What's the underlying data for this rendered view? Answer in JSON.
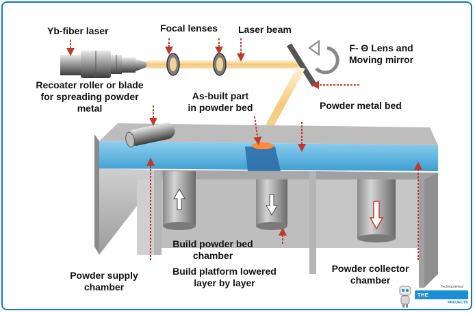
{
  "labels": {
    "yb_fiber_laser": "Yb-fiber laser",
    "focal_lenses": "Focal lenses",
    "laser_beam": "Laser beam",
    "f_theta_lens_line1": "F- Θ Lens and",
    "f_theta_lens_line2": "Moving mirror",
    "recoater_line1": "Recoater roller or blade",
    "recoater_line2": "for spreading powder",
    "recoater_line3": "metal",
    "as_built_line1": "As-built part",
    "as_built_line2": "in powder bed",
    "powder_metal_bed": "Powder metal bed",
    "build_bed_line1": "Build powder bed",
    "build_bed_line2": "chamber",
    "build_platform_line1": "Build platform lowered",
    "build_platform_line2": "layer by layer",
    "supply_line1": "Powder supply",
    "supply_line2": "chamber",
    "collector_line1": "Powder collector",
    "collector_line2": "chamber"
  },
  "brand": {
    "top_text": "Technopreneur",
    "main_text": "THE ENGINEERING",
    "sub_text": "PROJECTS"
  },
  "colors": {
    "frame": "#0e78b8",
    "powder": "#5fb4e0",
    "laser": "#f3c97a",
    "arrow": "#c0392b"
  }
}
